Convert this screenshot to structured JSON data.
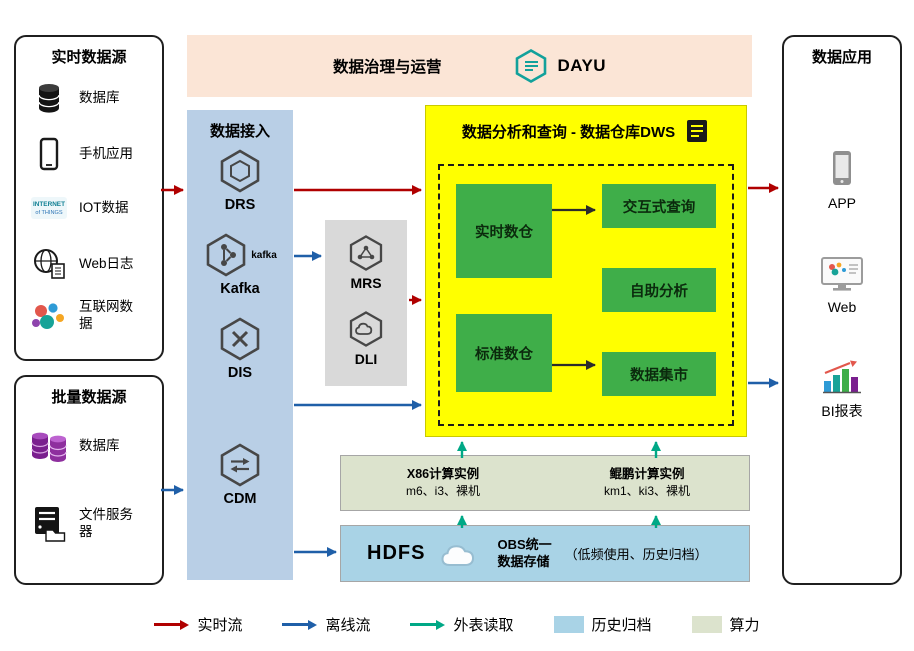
{
  "governance": {
    "title": "数据治理与运营",
    "logo_text": "DAYU"
  },
  "realtime_sources": {
    "title": "实时数据源",
    "items": [
      {
        "label": "数据库",
        "icon": "database-icon"
      },
      {
        "label": "手机应用",
        "icon": "phone-icon"
      },
      {
        "label": "IOT数据",
        "icon": "iot-icon"
      },
      {
        "label": "Web日志",
        "icon": "web-log-icon"
      },
      {
        "label": "互联网数据",
        "icon": "internet-data-icon"
      }
    ]
  },
  "batch_sources": {
    "title": "批量数据源",
    "items": [
      {
        "label": "数据库",
        "icon": "database-purple-icon"
      },
      {
        "label": "文件服务器",
        "icon": "file-server-icon"
      }
    ]
  },
  "ingestion": {
    "title": "数据接入",
    "items": [
      {
        "label": "DRS",
        "icon": "drs-hexagon-icon"
      },
      {
        "label": "Kafka",
        "icon": "kafka-hexagon-icon",
        "logo_text": "kafka"
      },
      {
        "label": "DIS",
        "icon": "dis-hexagon-icon"
      },
      {
        "label": "CDM",
        "icon": "cdm-hexagon-icon"
      }
    ]
  },
  "processing": {
    "items": [
      {
        "label": "MRS",
        "icon": "mrs-hexagon-icon"
      },
      {
        "label": "DLI",
        "icon": "dli-hexagon-icon"
      }
    ]
  },
  "dws": {
    "title": "数据分析和查询 - 数据仓库DWS",
    "warehouses": [
      {
        "label": "实时数仓"
      },
      {
        "label": "标准数仓"
      }
    ],
    "services": [
      {
        "label": "交互式查询"
      },
      {
        "label": "自助分析"
      },
      {
        "label": "数据集市"
      }
    ]
  },
  "compute": {
    "instances": [
      {
        "name": "X86计算实例",
        "detail": "m6、i3、裸机"
      },
      {
        "name": "鲲鹏计算实例",
        "detail": "km1、ki3、裸机"
      }
    ]
  },
  "storage": {
    "hdfs_label": "HDFS",
    "obs_line1": "OBS统一",
    "obs_line2": "数据存储",
    "note": "（低频使用、历史归档）"
  },
  "applications": {
    "title": "数据应用",
    "items": [
      {
        "label": "APP",
        "icon": "app-icon"
      },
      {
        "label": "Web",
        "icon": "web-icon"
      },
      {
        "label": "BI报表",
        "icon": "bi-report-icon"
      }
    ]
  },
  "legend": {
    "items": [
      {
        "label": "实时流",
        "kind": "arrow",
        "color": "#b00000"
      },
      {
        "label": "离线流",
        "kind": "arrow",
        "color": "#1f5fa8"
      },
      {
        "label": "外表读取",
        "kind": "arrow",
        "color": "#00a886"
      },
      {
        "label": "历史归档",
        "kind": "swatch",
        "color": "#a9d3e6"
      },
      {
        "label": "算力",
        "kind": "swatch",
        "color": "#dce3cd"
      }
    ]
  },
  "colors": {
    "governance_bg": "#fbe5d6",
    "ingestion_bg": "#b9cfe6",
    "processing_bg": "#d9d9d9",
    "dws_bg": "#ffff00",
    "warehouse_green": "#3fae49",
    "compute_bg": "#dce3cd",
    "storage_bg": "#a9d3e6",
    "realtime_flow": "#b00000",
    "offline_flow": "#1f5fa8",
    "external_read": "#00a886"
  }
}
